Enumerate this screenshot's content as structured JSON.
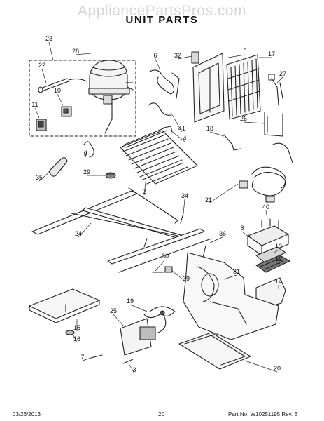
{
  "watermark": "AppliancePartsPros.com",
  "title": "UNIT PARTS",
  "footer": {
    "date": "03/26/2013",
    "page": "20",
    "part_no": "Part No. W10251195 Rev. B"
  },
  "callouts": [
    "23",
    "28",
    "22",
    "10",
    "11",
    "9",
    "35",
    "29",
    "2",
    "6",
    "41",
    "4",
    "32",
    "5",
    "17",
    "27",
    "26",
    "18",
    "34",
    "21",
    "40",
    "8",
    "13",
    "12",
    "14",
    "24",
    "36",
    "30",
    "39",
    "31",
    "19",
    "25",
    "15",
    "16",
    "7",
    "3",
    "20"
  ],
  "colors": {
    "line": "#222222",
    "grey": "#555555"
  }
}
